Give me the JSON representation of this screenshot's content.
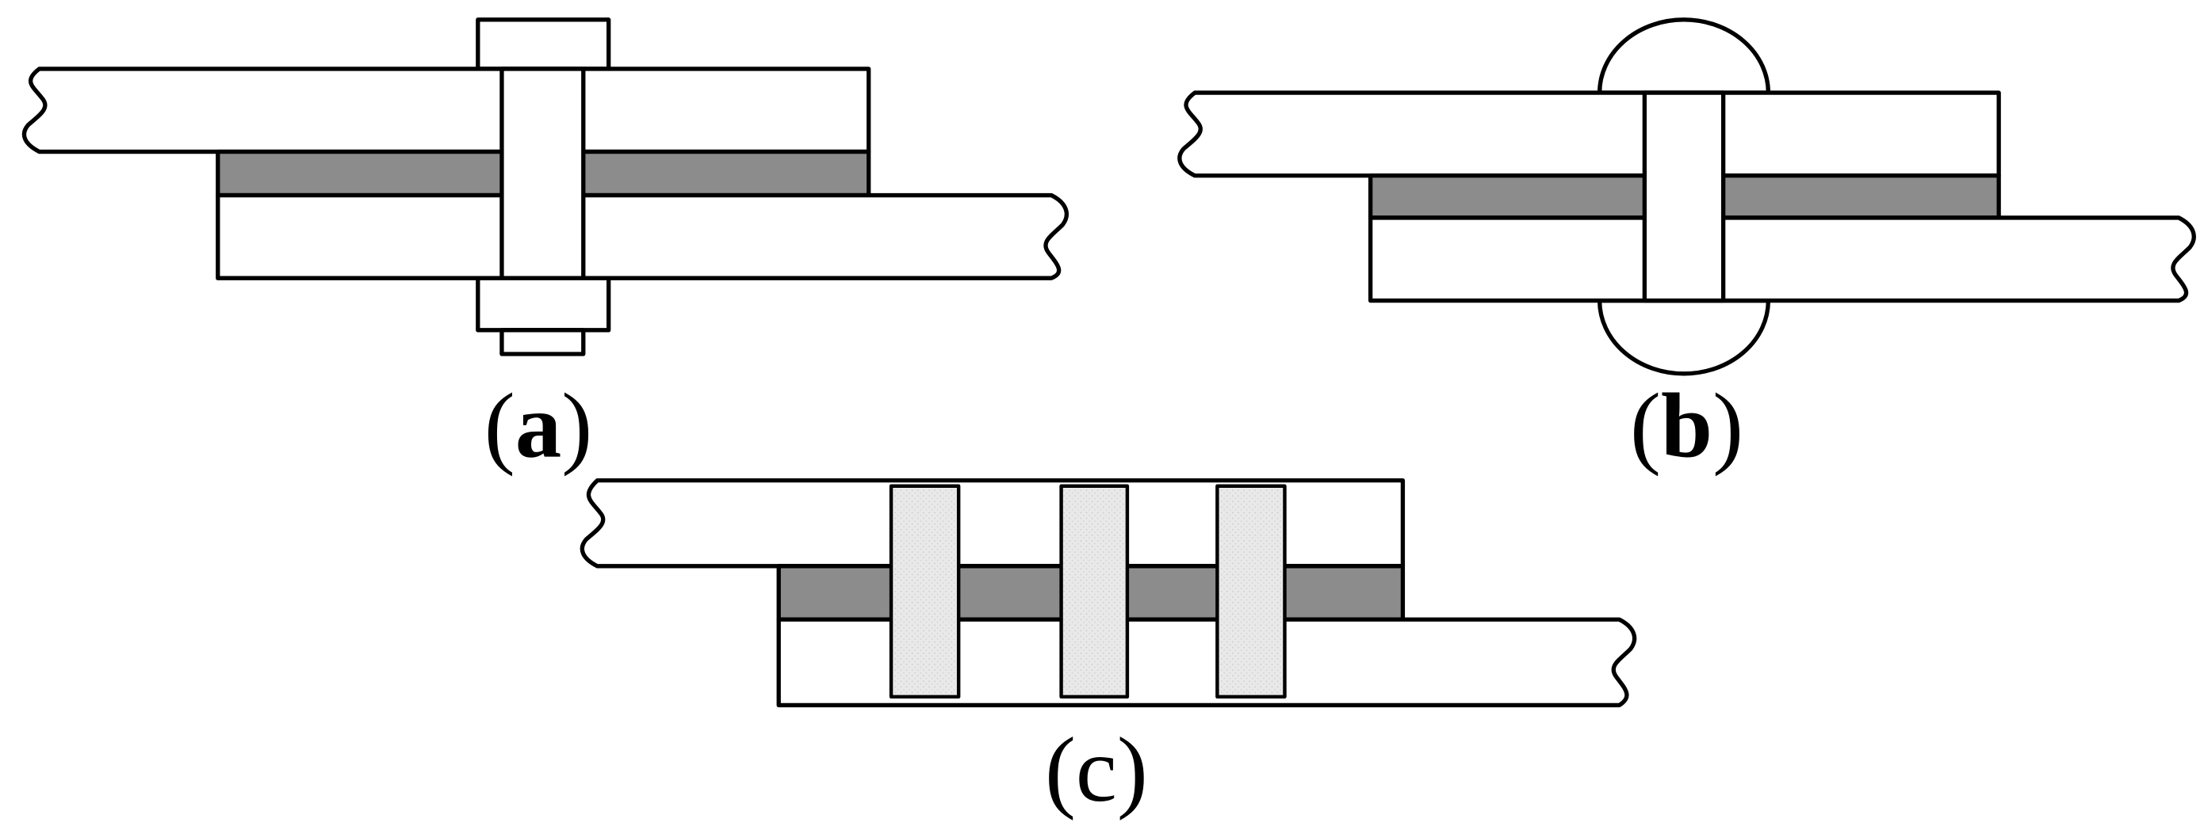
{
  "colors": {
    "plate_fill": "#ffffff",
    "adhesive_fill": "#8c8c8c",
    "pin_fill": "#e6e6e6",
    "stroke": "#000000",
    "background": "#ffffff"
  },
  "panels": [
    {
      "id": "a",
      "joint": "bolted",
      "label_open": "(",
      "label_letter": "a",
      "label_close": ")"
    },
    {
      "id": "b",
      "joint": "riveted",
      "label_open": "(",
      "label_letter": "b",
      "label_close": ")"
    },
    {
      "id": "c",
      "joint": "pinned",
      "label_open": "(",
      "label_letter": "c",
      "label_close": ")"
    }
  ]
}
